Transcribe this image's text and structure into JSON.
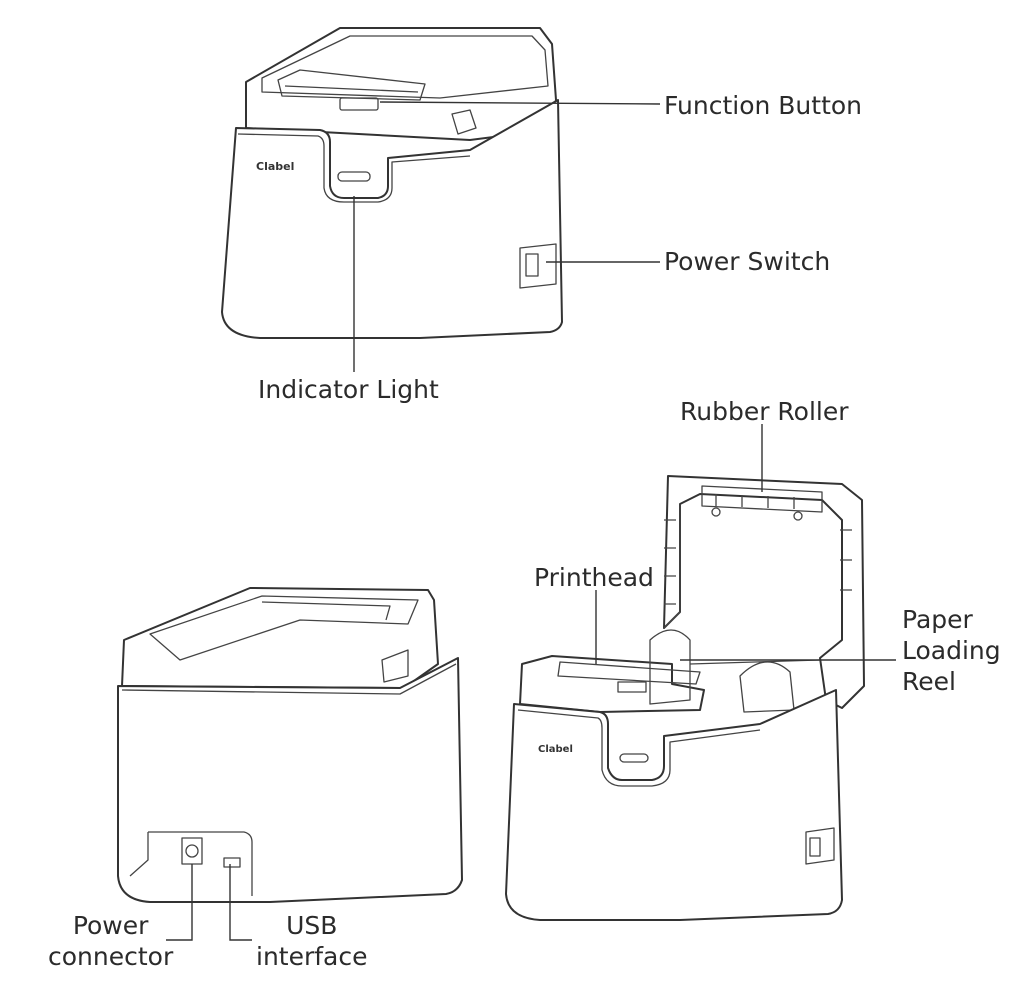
{
  "brand": "Clabel",
  "labels": {
    "function_button": "Function Button",
    "power_switch": "Power Switch",
    "indicator_light": "Indicator Light",
    "rubber_roller": "Rubber Roller",
    "printhead": "Printhead",
    "paper_loading_reel": [
      "Paper",
      "Loading",
      "Reel"
    ],
    "power_connector": [
      "Power",
      "connector"
    ],
    "usb_interface": [
      "USB",
      "interface"
    ]
  }
}
